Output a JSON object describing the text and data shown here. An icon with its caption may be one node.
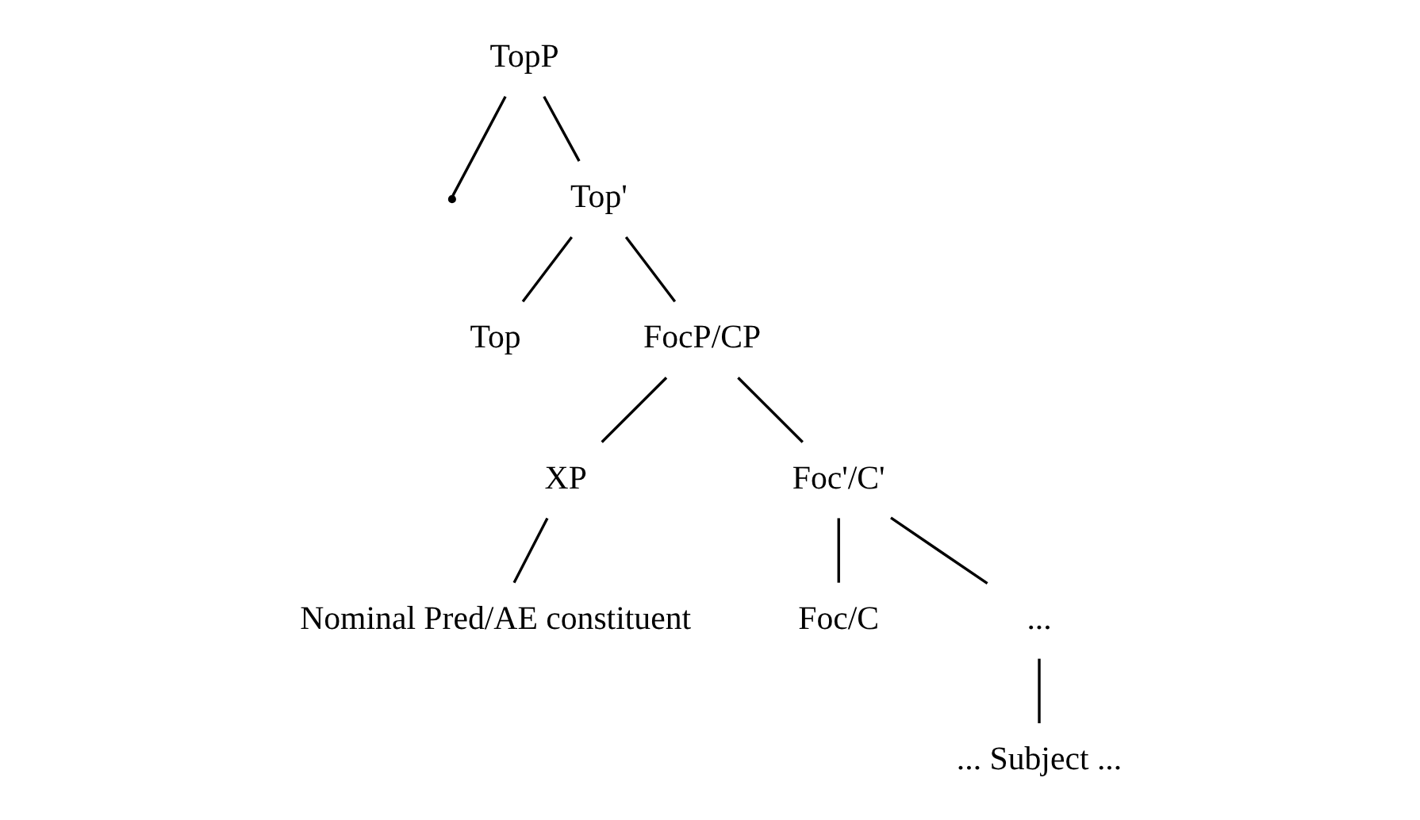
{
  "diagram": {
    "nodes": [
      {
        "text": [
          "TopP"
        ]
      },
      {
        "text": [],
        "shape": "point"
      },
      {
        "text": [
          "Top'"
        ]
      },
      {
        "text": [
          "Top"
        ]
      },
      {
        "text": [
          "FocP/CP"
        ]
      },
      {
        "text": [
          "XP"
        ]
      },
      {
        "text": [
          "Nominal Pred/AE constituent"
        ]
      },
      {
        "text": [
          "Foc'/C'"
        ]
      },
      {
        "text": [
          "Foc/C"
        ]
      },
      {
        "text": [
          "..."
        ]
      },
      {
        "text": [
          "... Subject ..."
        ]
      }
    ],
    "edges": [
      {
        "from": 0,
        "to": 1,
        "arrow": "none"
      },
      {
        "from": 0,
        "to": 2,
        "arrow": "none"
      },
      {
        "from": 2,
        "to": 3,
        "arrow": "none"
      },
      {
        "from": 2,
        "to": 4,
        "arrow": "none"
      },
      {
        "from": 4,
        "to": 5,
        "arrow": "none"
      },
      {
        "from": 4,
        "to": 7,
        "arrow": "none"
      },
      {
        "from": 5,
        "to": 6,
        "arrow": "none"
      },
      {
        "from": 7,
        "to": 8,
        "arrow": "none"
      },
      {
        "from": 7,
        "to": 9,
        "arrow": "none"
      },
      {
        "from": 9,
        "to": 10,
        "arrow": "none"
      }
    ]
  }
}
